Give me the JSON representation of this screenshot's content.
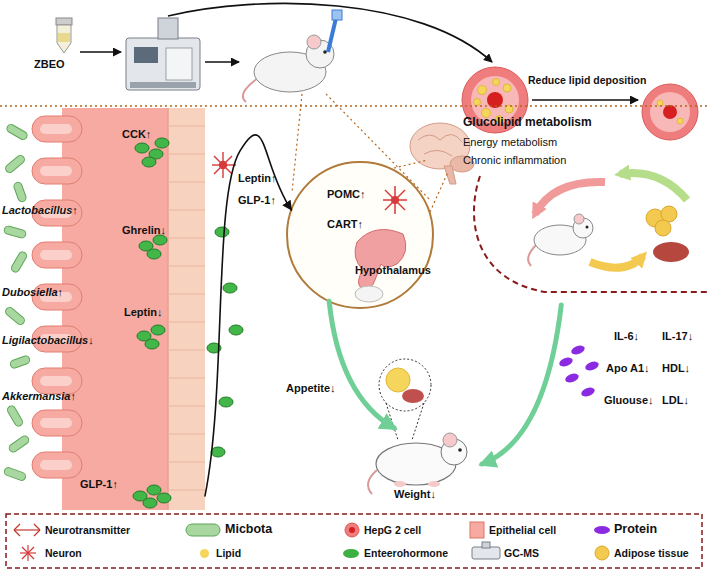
{
  "diagram": {
    "nodes": [
      {
        "text": [
          "CCK↑",
          "Ghrelin↓",
          "Leptin↓",
          "GLP-1↑"
        ]
      },
      {
        "text": [
          "POMC↑",
          "CART↑",
          "Hypothalamus"
        ]
      },
      {
        "text": [
          "Glucolipid metabolism",
          "Energy metabolism",
          "Chronic inflammation"
        ]
      },
      {
        "text": [
          "Weight↓"
        ]
      }
    ],
    "edges": [
      {
        "from": 0,
        "to": 1,
        "arrow": "to"
      },
      {
        "from": 1,
        "to": 3,
        "arrow": "to"
      },
      {
        "from": 2,
        "to": 3,
        "arrow": "to"
      }
    ],
    "labels": [
      "ZBEO",
      "Reduce lipid deposition",
      "Lactobacillus↑",
      "Dubosiella↑",
      "Ligilactobacillus↓",
      "Akkermansia↑",
      "Leptin↑",
      "GLP-1↑",
      "Appetite↓",
      "IL-6↓",
      "IL-17↓",
      "Apo A1↓",
      "HDL↓",
      "Gluouse↓",
      "LDL↓"
    ],
    "legend": [
      {
        "text": "Neurotransmitter"
      },
      {
        "text": "Micbota"
      },
      {
        "text": "HepG 2 cell"
      },
      {
        "text": "Epithelial cell"
      },
      {
        "text": "Protein",
        "color": "#8a2be2"
      },
      {
        "text": "Neuron"
      },
      {
        "text": "Lipid",
        "color": "#f6d55c"
      },
      {
        "text": "Enteerohormone",
        "color": "#3cb043"
      },
      {
        "text": "GC-MS"
      },
      {
        "text": "Adipose tissue"
      }
    ]
  }
}
